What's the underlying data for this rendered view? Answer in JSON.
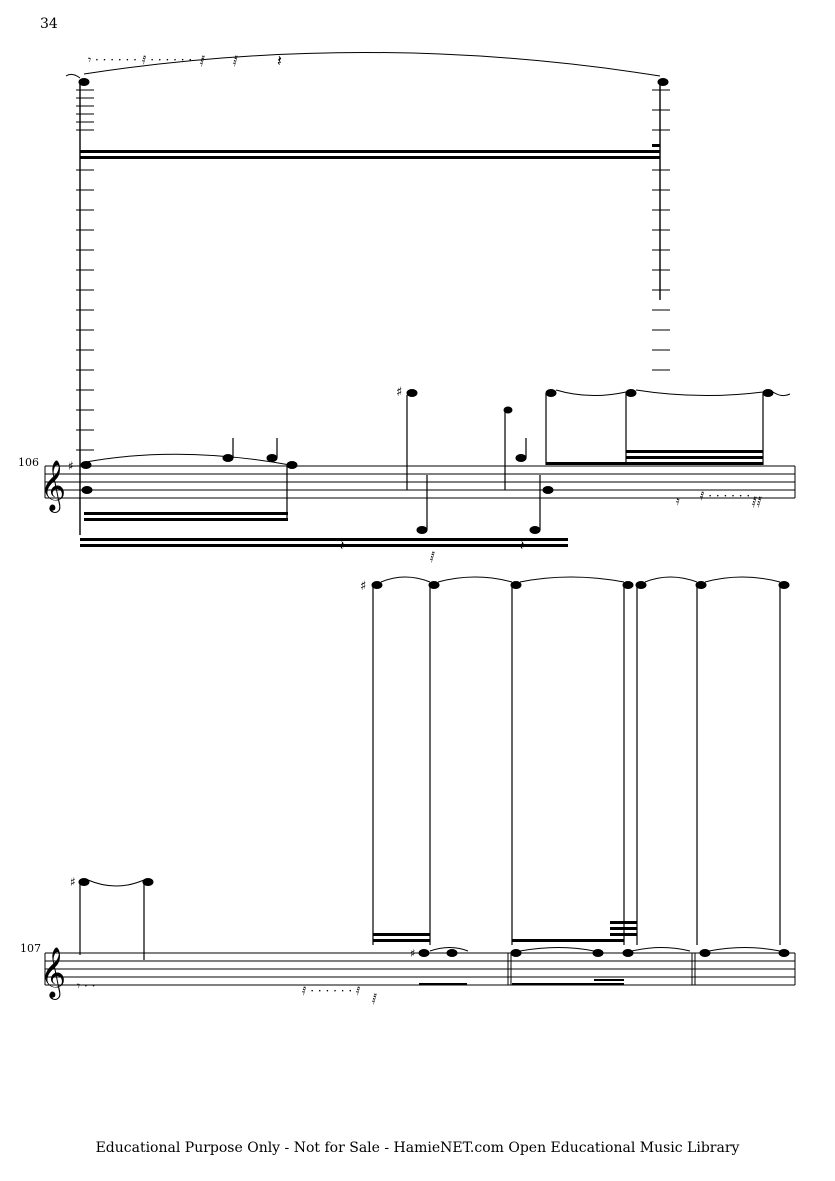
{
  "page": {
    "number": "34"
  },
  "systems": [
    {
      "measure_number": "106",
      "clef": "treble"
    },
    {
      "measure_number": "107",
      "clef": "treble"
    }
  ],
  "footer": {
    "text": "Educational Purpose Only - Not for Sale - HamieNET.com Open Educational Music Library"
  }
}
